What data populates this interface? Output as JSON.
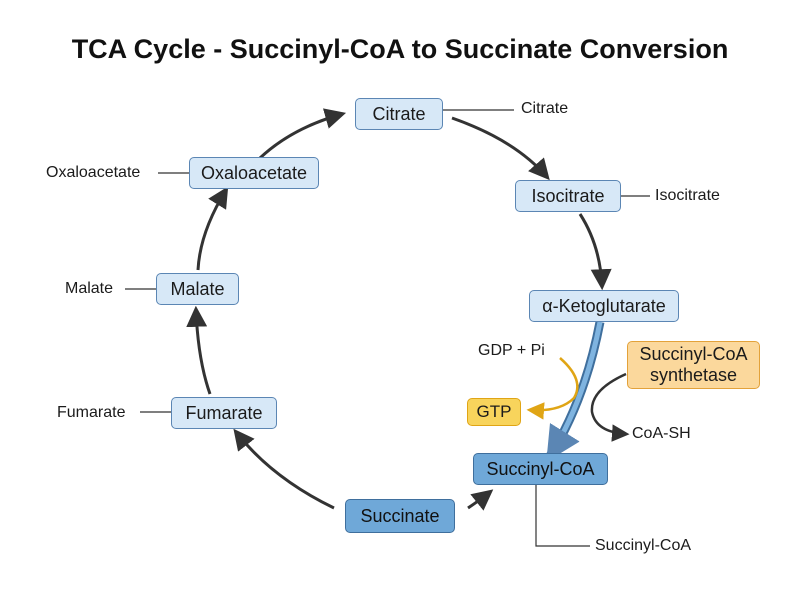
{
  "title": "TCA Cycle - Succinyl-CoA to Succinate Conversion",
  "nodes": {
    "citrate": "Citrate",
    "isocitrate": "Isocitrate",
    "alpha_ketoglutarate": "α-Ketoglutarate",
    "succinyl_coa": "Succinyl-CoA",
    "succinate": "Succinate",
    "fumarate": "Fumarate",
    "malate": "Malate",
    "oxaloacetate": "Oxaloacetate"
  },
  "side_labels": {
    "citrate": "Citrate",
    "isocitrate": "Isocitrate",
    "succinyl_coa": "Succinyl-CoA",
    "fumarate": "Fumarate",
    "malate": "Malate",
    "oxaloacetate": "Oxaloacetate"
  },
  "enzyme": {
    "line1": "Succinyl-CoA",
    "line2": "synthetase"
  },
  "cofactors": {
    "gdp_pi": "GDP + Pi",
    "gtp": "GTP",
    "coa_sh": "CoA-SH"
  },
  "colors": {
    "node_fill": "#d7e8f7",
    "node_border": "#5b86b4",
    "highlight_fill": "#6fa8d8",
    "enzyme_fill": "#fbd89c",
    "gtp_fill": "#f8d45c",
    "arrow_blue": "#5b86b4",
    "arrow_dark": "#333333",
    "arrow_orange": "#e0a515"
  }
}
